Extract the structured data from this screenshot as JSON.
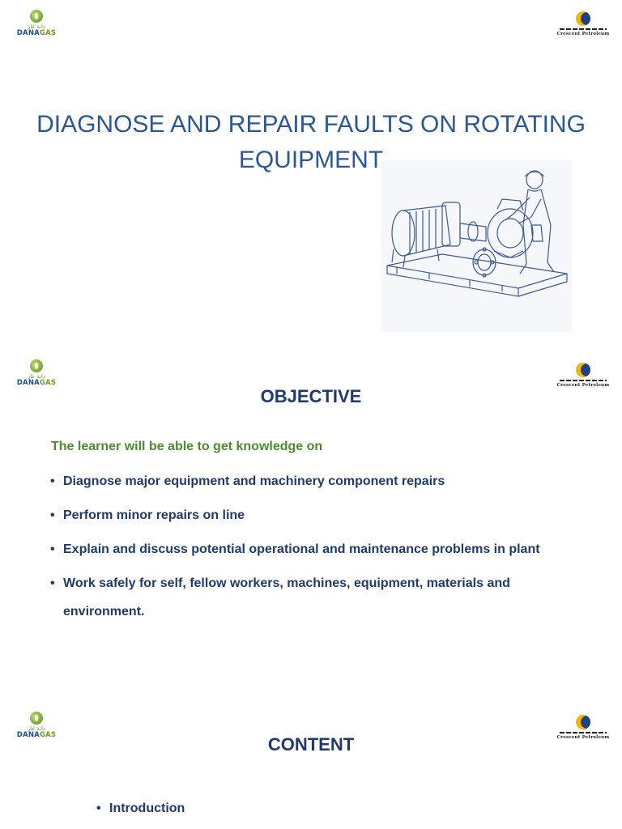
{
  "slides": [
    {
      "title": "DIAGNOSE AND REPAIR FAULTS ON ROTATING EQUIPMENT"
    },
    {
      "heading": "OBJECTIVE",
      "intro": "The learner will be able to get  knowledge on",
      "bullets": [
        "Diagnose major equipment and machinery component repairs",
        "Perform minor repairs on line",
        "Explain and discuss potential operational and maintenance problems in plant",
        "Work safely for self, fellow workers, machines, equipment, materials and environment."
      ]
    },
    {
      "heading": "CONTENT",
      "bullets": [
        "Introduction"
      ]
    }
  ],
  "logos": {
    "left": {
      "arabic": "دانة غاز",
      "word_a": "DANA",
      "word_b": "GAS"
    },
    "right": {
      "english": "Crescent Petroleum"
    }
  },
  "bullet_glyph": "•",
  "colors": {
    "title": "#2b5797",
    "heading": "#1f3a6e",
    "intro": "#4e8a2f",
    "bullet_text": "#1f3a6e"
  }
}
